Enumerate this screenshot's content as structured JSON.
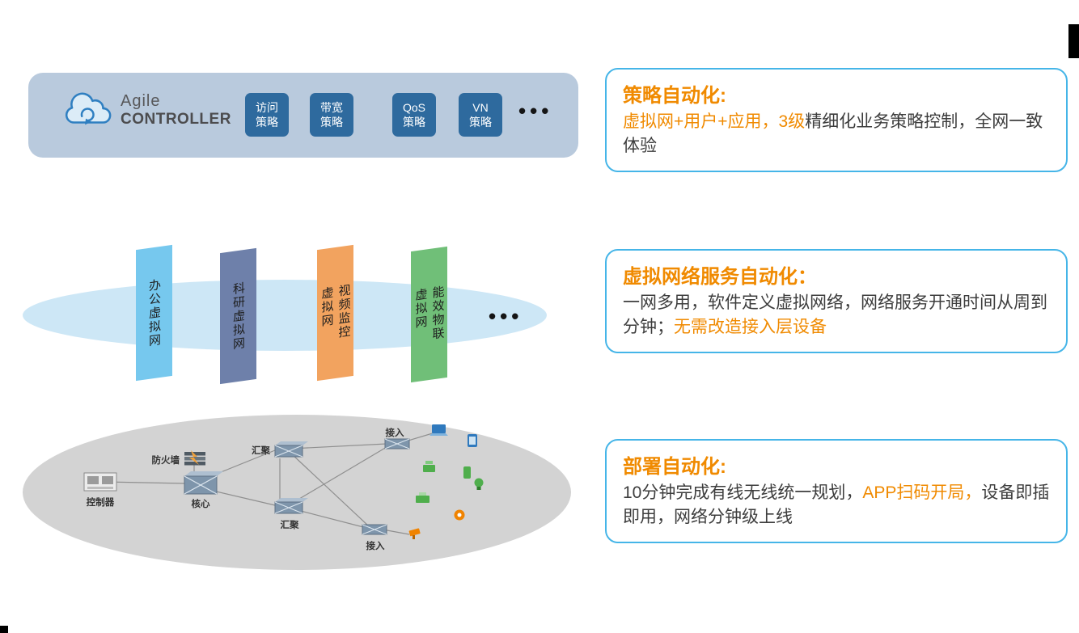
{
  "controller_panel": {
    "brand_top": "Agile",
    "brand_bottom": "CONTROLLER",
    "panel_bg": "#b9cadd",
    "chip_bg": "#2e6a9e",
    "policies": [
      {
        "line1": "访问",
        "line2": "策略"
      },
      {
        "line1": "带宽",
        "line2": "策略"
      },
      {
        "line1": "QoS",
        "line2": "策略"
      },
      {
        "line1": "VN",
        "line2": "策略"
      }
    ],
    "ellipsis": "•••"
  },
  "virtual_networks": {
    "ellipse_color": "#cde7f6",
    "ellipsis": "•••",
    "items": [
      {
        "col_right": "办公虚拟网",
        "col_left": "",
        "color": "#76c8ee"
      },
      {
        "col_right": "科研虚拟网",
        "col_left": "",
        "color": "#6e80aa"
      },
      {
        "col_right": "视频监控",
        "col_left": "虚拟网",
        "color": "#f2a35f"
      },
      {
        "col_right": "能效物联",
        "col_left": "虚拟网",
        "color": "#70bf78"
      }
    ]
  },
  "topology": {
    "ellipse_color": "#d3d3d3",
    "labels": {
      "firewall": "防火墙",
      "controller": "控制器",
      "core": "核心",
      "agg1": "汇聚",
      "agg2": "汇聚",
      "access1": "接入",
      "access2": "接入"
    }
  },
  "callouts": [
    {
      "title": "策略自动化:",
      "segments": [
        {
          "text": "虚拟网+用户+应用，3级",
          "tone": "accent"
        },
        {
          "text": "精细化业务策略控制，全网一致体验",
          "tone": "normal"
        }
      ]
    },
    {
      "title": "虚拟网络服务自动化：",
      "segments": [
        {
          "text": "一网多用，软件定义虚拟网络，网络服务开通时间从周到分钟；",
          "tone": "normal"
        },
        {
          "text": "无需改造接入层设备",
          "tone": "accent"
        }
      ]
    },
    {
      "title": "部署自动化:",
      "segments": [
        {
          "text": "10分钟完成有线无线统一规划，",
          "tone": "normal"
        },
        {
          "text": "APP扫码开局，",
          "tone": "accent"
        },
        {
          "text": "设备即插即用，网络分钟级上线",
          "tone": "normal"
        }
      ]
    }
  ],
  "colors": {
    "accent_orange": "#f08a00",
    "callout_border": "#45b5e8",
    "text_dark": "#3d3d3d"
  }
}
